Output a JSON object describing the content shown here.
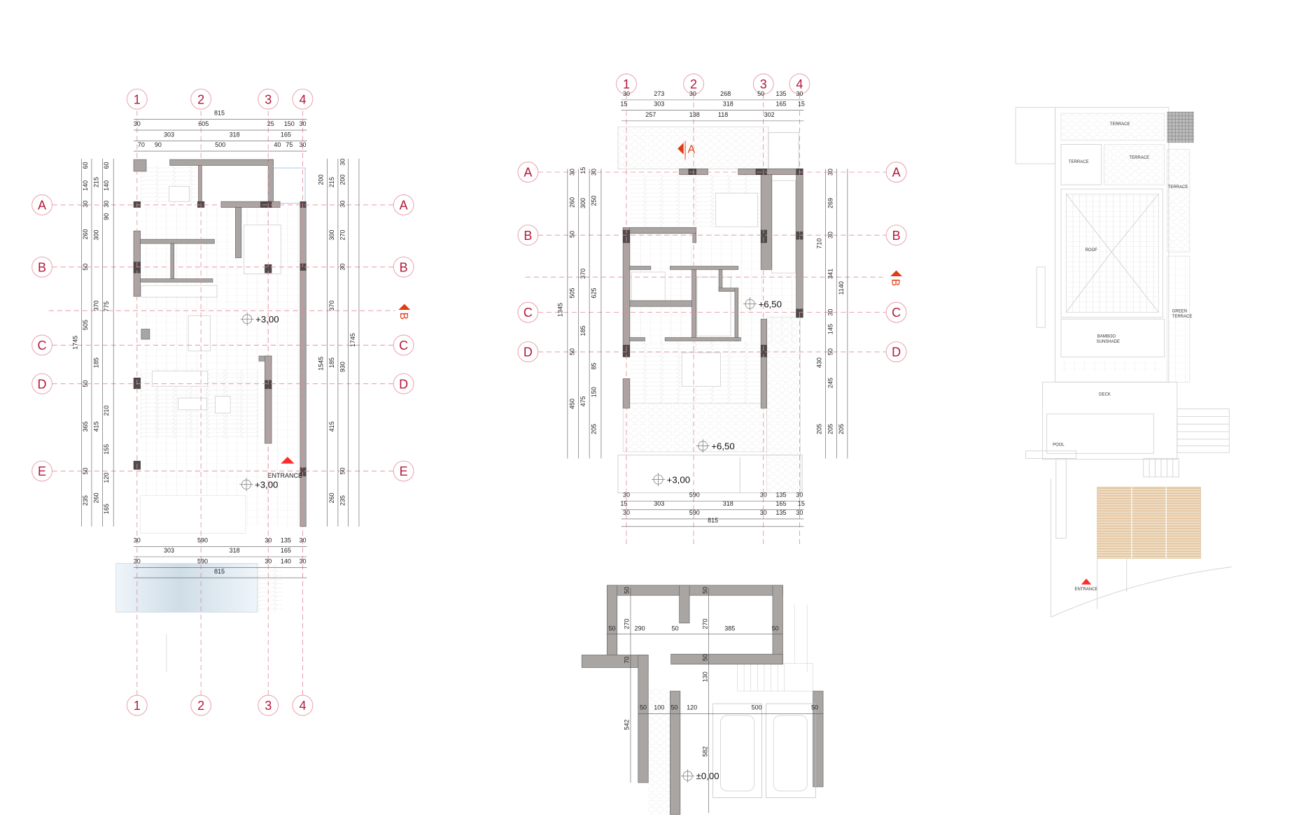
{
  "first_floor_plan": {
    "grid_columns": [
      "1",
      "2",
      "3",
      "4"
    ],
    "grid_rows": [
      "A",
      "B",
      "C",
      "D",
      "E"
    ],
    "section_label": "B",
    "levels": [
      "+3,00",
      "+3,00"
    ],
    "entrance_label": "ENTRANCE",
    "dims_top": [
      [
        "815"
      ],
      [
        "30",
        "605",
        "25",
        "150",
        "30"
      ],
      [
        "303",
        "318",
        "165"
      ],
      [
        "70",
        "90",
        "500",
        "40",
        "75",
        "30"
      ]
    ],
    "dims_bottom": [
      [
        "30",
        "590",
        "30",
        "135",
        "30"
      ],
      [
        "303",
        "318",
        "165"
      ],
      [
        "30",
        "590",
        "30",
        "140",
        "30"
      ],
      [
        "815"
      ]
    ],
    "dims_left": [
      [
        "1745"
      ],
      [
        "60",
        "140",
        "30",
        "260",
        "50",
        "505",
        "50",
        "365",
        "50",
        "235"
      ],
      [
        "215",
        "300",
        "370",
        "185",
        "415",
        "260"
      ],
      [
        "60",
        "140",
        "30",
        "90",
        "775",
        "210",
        "155",
        "120",
        "165"
      ]
    ],
    "dims_right": [
      [
        "200",
        "1545"
      ],
      [
        "215",
        "300",
        "370",
        "185",
        "415",
        "260"
      ],
      [
        "30",
        "200",
        "30",
        "270",
        "30",
        "930",
        "50",
        "235"
      ],
      [
        "1745"
      ]
    ]
  },
  "second_floor_plan": {
    "grid_columns": [
      "1",
      "2",
      "3",
      "4"
    ],
    "grid_rows": [
      "A",
      "B",
      "C",
      "D"
    ],
    "section_labels": [
      "A",
      "B"
    ],
    "levels": [
      "+6,50",
      "+6,50",
      "+3,00"
    ],
    "dims_top": [
      [
        "30",
        "273",
        "30",
        "268",
        "50",
        "135",
        "30"
      ],
      [
        "15",
        "303",
        "318",
        "165",
        "15"
      ],
      [
        "257",
        "138",
        "118",
        "302"
      ]
    ],
    "dims_bottom": [
      [
        "30",
        "590",
        "30",
        "135",
        "30"
      ],
      [
        "15",
        "303",
        "318",
        "165",
        "15"
      ],
      [
        "30",
        "590",
        "30",
        "135",
        "30"
      ],
      [
        "815"
      ]
    ],
    "dims_left": [
      [
        "1345"
      ],
      [
        "30",
        "260",
        "50",
        "505",
        "50",
        "450"
      ],
      [
        "15",
        "300",
        "370",
        "185",
        "475"
      ],
      [
        "30",
        "250",
        "625",
        "85",
        "150",
        "205"
      ]
    ],
    "dims_right": [
      [
        "710",
        "430",
        "205"
      ],
      [
        "30",
        "269",
        "30",
        "341",
        "30",
        "145",
        "50",
        "245",
        "205"
      ],
      [
        "1140",
        "205"
      ]
    ]
  },
  "garage_plan": {
    "level": "±0,00",
    "dims": [
      "50",
      "50",
      "270",
      "270",
      "50",
      "290",
      "50",
      "385",
      "50",
      "70",
      "50",
      "130",
      "50",
      "100",
      "50",
      "120",
      "500",
      "50",
      "542",
      "582"
    ]
  },
  "site_plan": {
    "terrace_top": "TERRACE",
    "terrace_left": "TERRACE",
    "terrace_mid": "TERRACE",
    "terrace_right": "TERRACE",
    "roof": "ROOF",
    "green_terrace_1": "GREEN",
    "green_terrace_2": "TERRACE",
    "bamboo_1": "BAMBOO",
    "bamboo_2": "SUNSHADE",
    "deck": "DECK",
    "pool": "POOL",
    "entrance": "ENTRANCE"
  },
  "colors": {
    "grid": "#b5173a",
    "section": "#e03c12",
    "entrance": "#ff2a2a",
    "wall": "#a9a5a3",
    "pool": "#d3e2ec",
    "wood_deck": "#e8c9a0"
  }
}
